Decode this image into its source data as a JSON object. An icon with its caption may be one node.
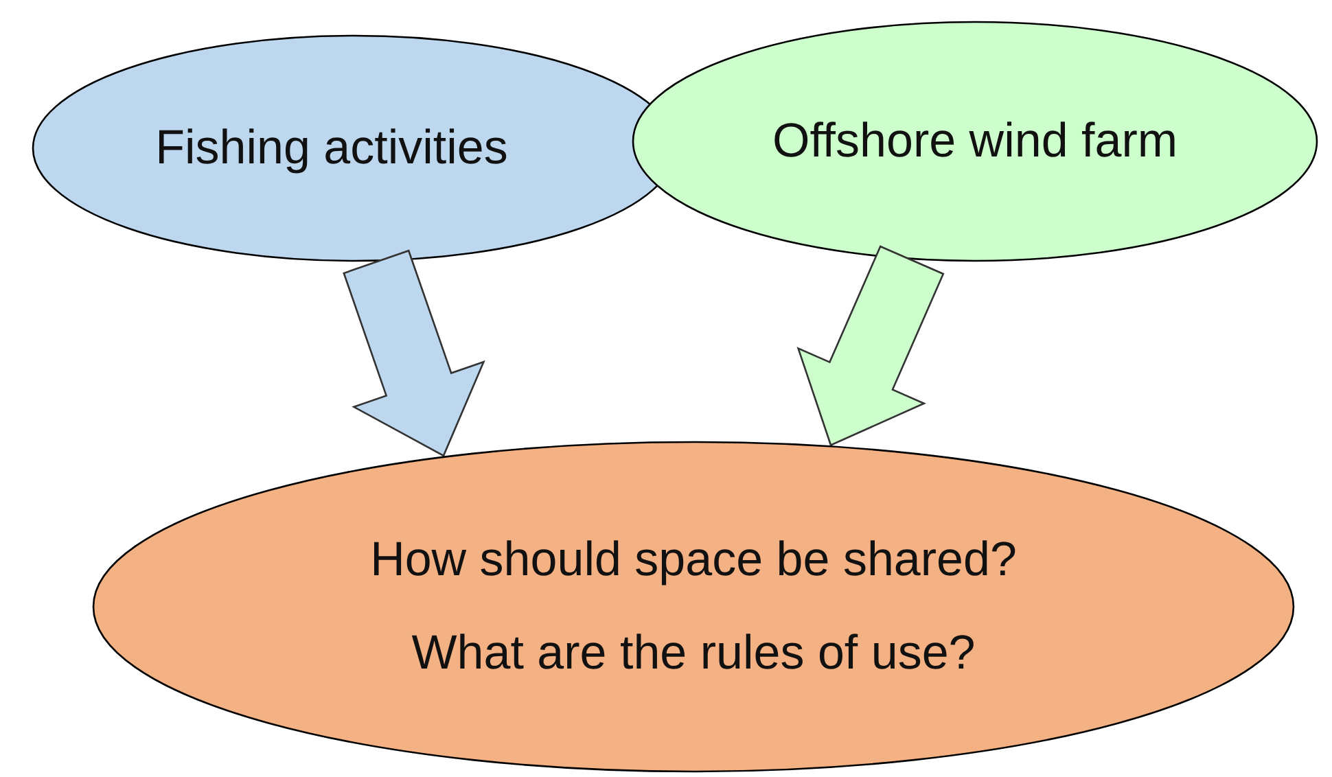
{
  "diagram": {
    "nodes": [
      {
        "text": [
          "Fishing activities"
        ]
      },
      {
        "text": [
          "Offshore wind farm"
        ]
      },
      {
        "text": [
          "How should space be shared?",
          "What are the rules of use?"
        ]
      }
    ],
    "edges": [
      {
        "from": 0,
        "to": 2,
        "arrow": "to",
        "style": "thick",
        "color": "#bdd7ee"
      },
      {
        "from": 1,
        "to": 2,
        "arrow": "to",
        "style": "thick",
        "color": "#ccffcc"
      }
    ]
  }
}
